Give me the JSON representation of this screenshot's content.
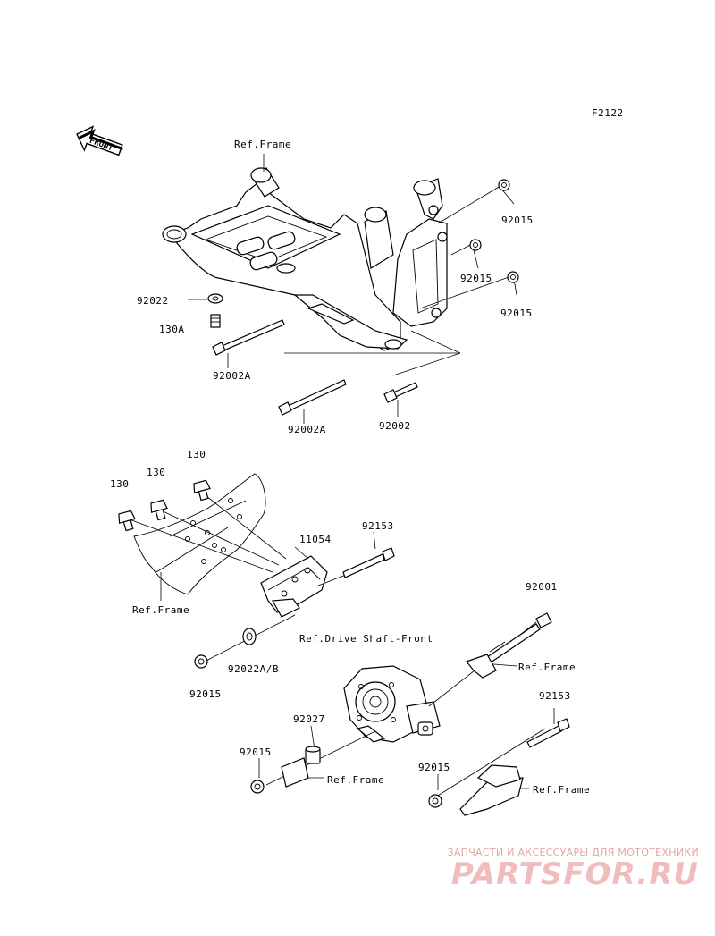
{
  "figure_code": "F2122",
  "front_label": "FRONT",
  "labels": {
    "ref_frame": "Ref.Frame",
    "ref_drive_shaft": "Ref.Drive Shaft-Front",
    "p92015": "92015",
    "p92022": "92022",
    "p130A": "130A",
    "p92002A": "92002A",
    "p92002": "92002",
    "p130": "130",
    "p11054": "11054",
    "p92153": "92153",
    "p92001": "92001",
    "p92022AB": "92022A/B",
    "p92027": "92027"
  },
  "watermark": {
    "tagline": "ЗАПЧАСТИ И АКСЕССУАРЫ ДЛЯ МОТОТЕХНИКИ",
    "brand": "PARTSFOR.RU"
  },
  "colors": {
    "line": "#000000",
    "background": "#ffffff",
    "watermark": "#f0bcbc"
  }
}
